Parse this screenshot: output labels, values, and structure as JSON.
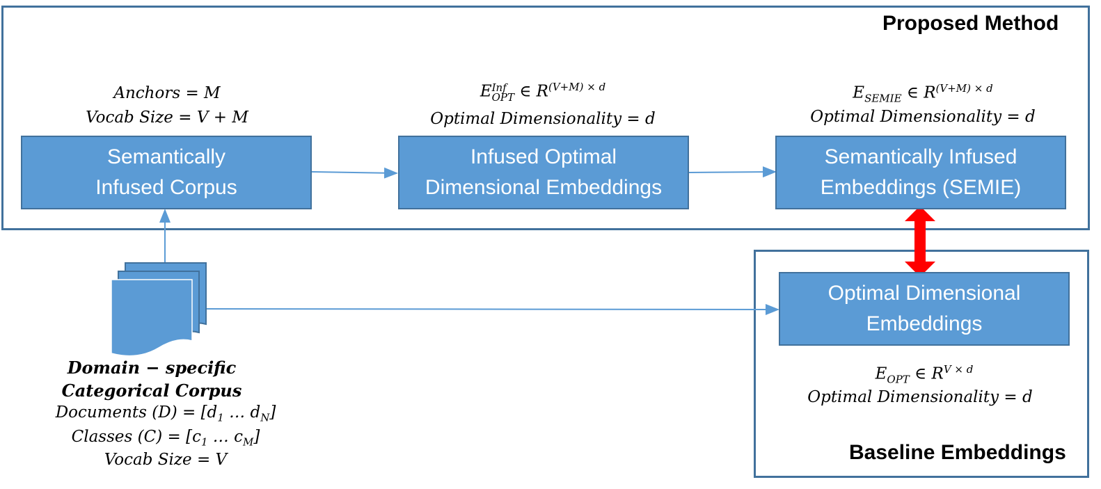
{
  "proposed": {
    "title": "Proposed Method",
    "anchors": {
      "lhs": "Anchors",
      "rhs": "M"
    },
    "vocab_size": {
      "lhs": "Vocab Size",
      "rhs": "V + M"
    },
    "box1": {
      "line1": "Semantically",
      "line2": "Infused Corpus"
    },
    "box2": {
      "line1": "Infused Optimal",
      "line2": "Dimensional Embeddings"
    },
    "box3": {
      "line1": "Semantically Infused",
      "line2": "Embeddings (SEMIE)"
    },
    "e_inf": {
      "base": "E",
      "sup": "Inf",
      "sub": "OPT",
      "in": "∈",
      "R": "R",
      "exp": "(V+M) × d"
    },
    "opt_dim_1": {
      "lhs": "Optimal Dimensionality",
      "rhs": "d"
    },
    "e_semie": {
      "base": "E",
      "sub": "SEMIE",
      "in": "∈",
      "R": "R",
      "exp": "(V+M) × d"
    },
    "opt_dim_2": {
      "lhs": "Optimal Dimensionality",
      "rhs": "d"
    }
  },
  "baseline": {
    "title": "Baseline Embeddings",
    "box": {
      "line1": "Optimal Dimensional",
      "line2": "Embeddings"
    },
    "e_opt": {
      "base": "E",
      "sub": "OPT",
      "in": "∈",
      "R": "R",
      "exp": "V × d"
    },
    "opt_dim": {
      "lhs": "Optimal Dimensionality",
      "rhs": "d"
    }
  },
  "corpus": {
    "title_line1": "Domain − specific",
    "title_line2": "Categorical Corpus",
    "documents": {
      "lhs": "Documents (D)",
      "rhs": "[d",
      "sub1": "1",
      "mid": " … d",
      "subN": "N",
      "end": "]"
    },
    "classes": {
      "lhs": "Classes (C)",
      "rhs": "[c",
      "sub1": "1",
      "mid": " … c",
      "subM": "M",
      "end": "]"
    },
    "vocab_size": {
      "lhs": "Vocab Size",
      "rhs": "V"
    }
  },
  "colors": {
    "box_fill": "#5b9bd5",
    "frame": "#41719c",
    "arrow": "#5b9bd5",
    "compare_arrow": "#ff0000"
  },
  "icons": {
    "corpus": "document-stack-icon",
    "compare": "double-arrow-icon"
  }
}
